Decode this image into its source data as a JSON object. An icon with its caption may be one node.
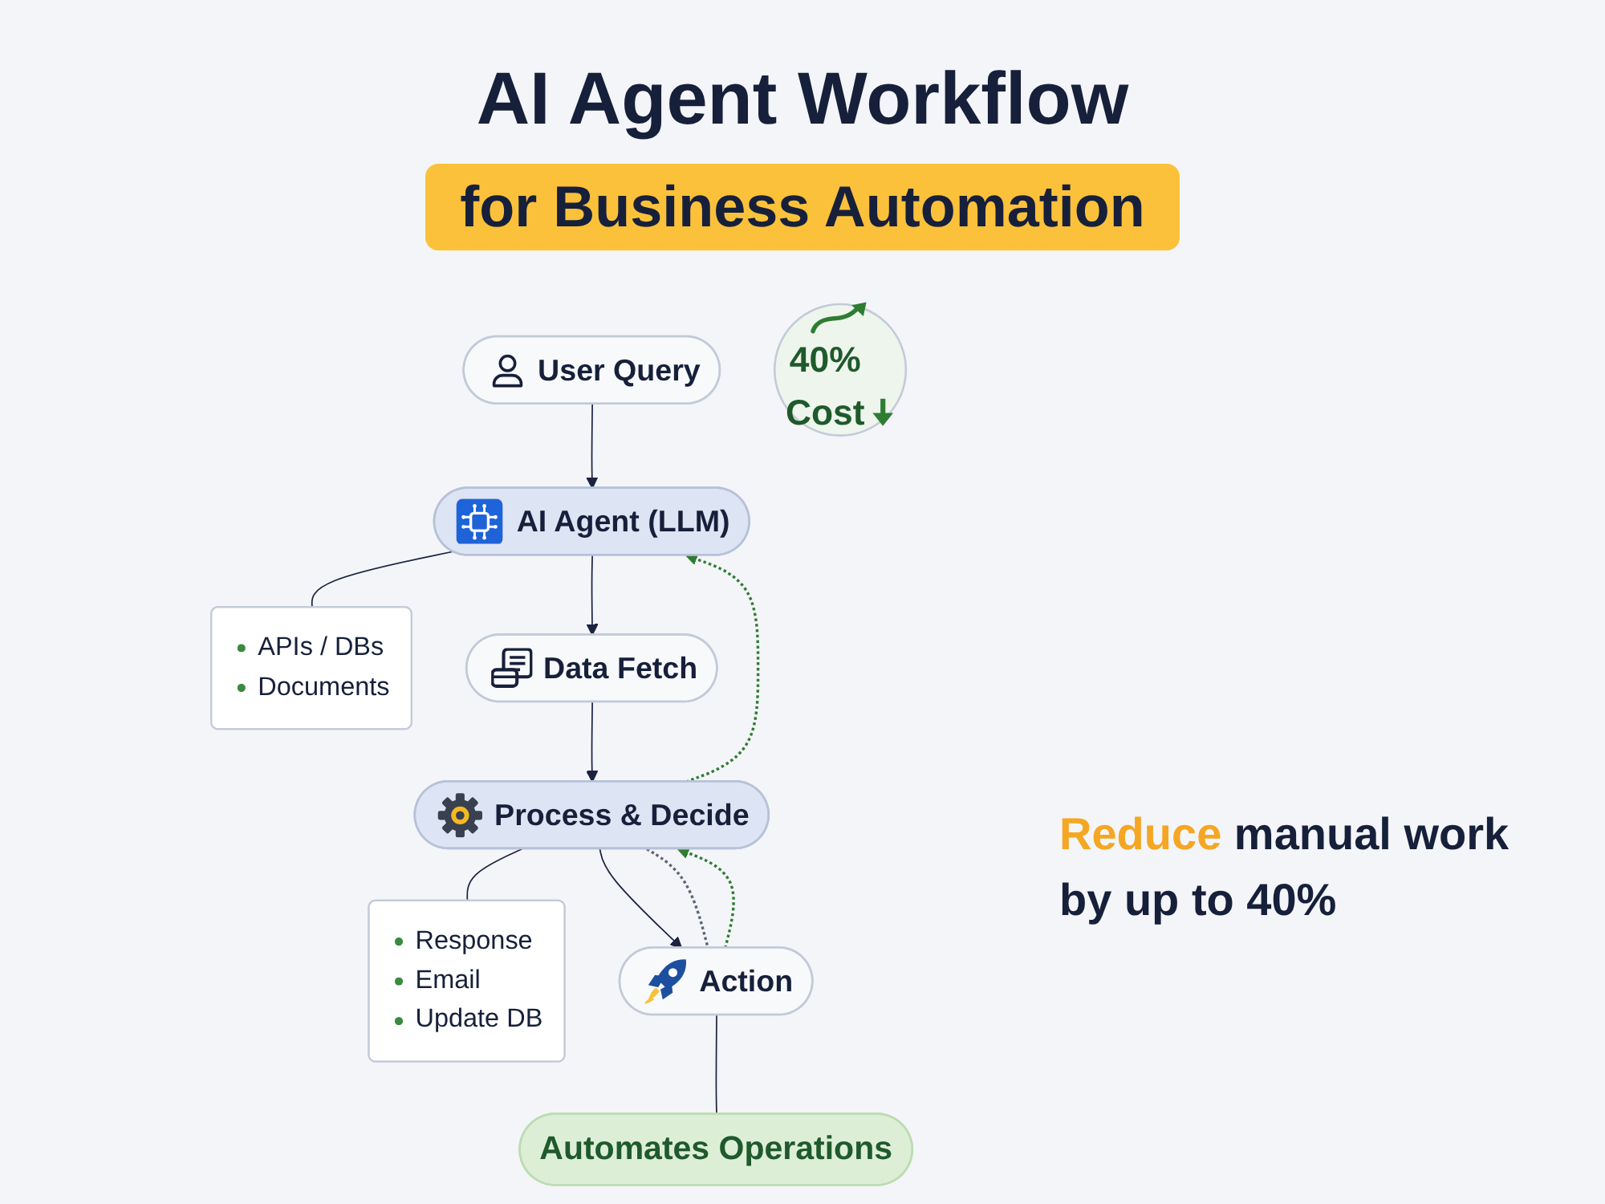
{
  "diagram": {
    "title": "AI Agent Workflow",
    "nodes": [
      {
        "text": [
          "User Query"
        ]
      },
      {
        "text": [
          "AI Agent (LLM)"
        ]
      },
      {
        "text": [
          "APIs / DBs",
          "Documents"
        ]
      },
      {
        "text": [
          "Data Fetch"
        ]
      },
      {
        "text": [
          "Process & Decide"
        ]
      },
      {
        "text": [
          "Response",
          "Email",
          "Update DB"
        ]
      },
      {
        "text": [
          "Action"
        ]
      },
      {
        "text": [
          "Automates Operations"
        ]
      },
      {
        "text": [
          "40%",
          "Cost"
        ]
      }
    ],
    "edges": [
      {
        "from": 0,
        "to": 1,
        "arrow": "to"
      },
      {
        "from": 1,
        "to": 2,
        "arrow": "none"
      },
      {
        "from": 1,
        "to": 3,
        "arrow": "to"
      },
      {
        "from": 3,
        "to": 4,
        "arrow": "to"
      },
      {
        "from": 4,
        "to": 1,
        "arrow": "to",
        "style": "dashed",
        "color": "#2e7d32"
      },
      {
        "from": 4,
        "to": 5,
        "arrow": "none"
      },
      {
        "from": 4,
        "to": 6,
        "arrow": "to"
      },
      {
        "from": 6,
        "to": 4,
        "arrow": "to",
        "style": "dashed",
        "color": "#2e7d32"
      },
      {
        "from": 4,
        "to": 6,
        "arrow": "none",
        "style": "dashed",
        "color": "#5b6577"
      },
      {
        "from": 6,
        "to": 7,
        "arrow": "none"
      }
    ],
    "labels": [
      "for Business Automation",
      "Reduce manual work by up to 40%"
    ]
  }
}
